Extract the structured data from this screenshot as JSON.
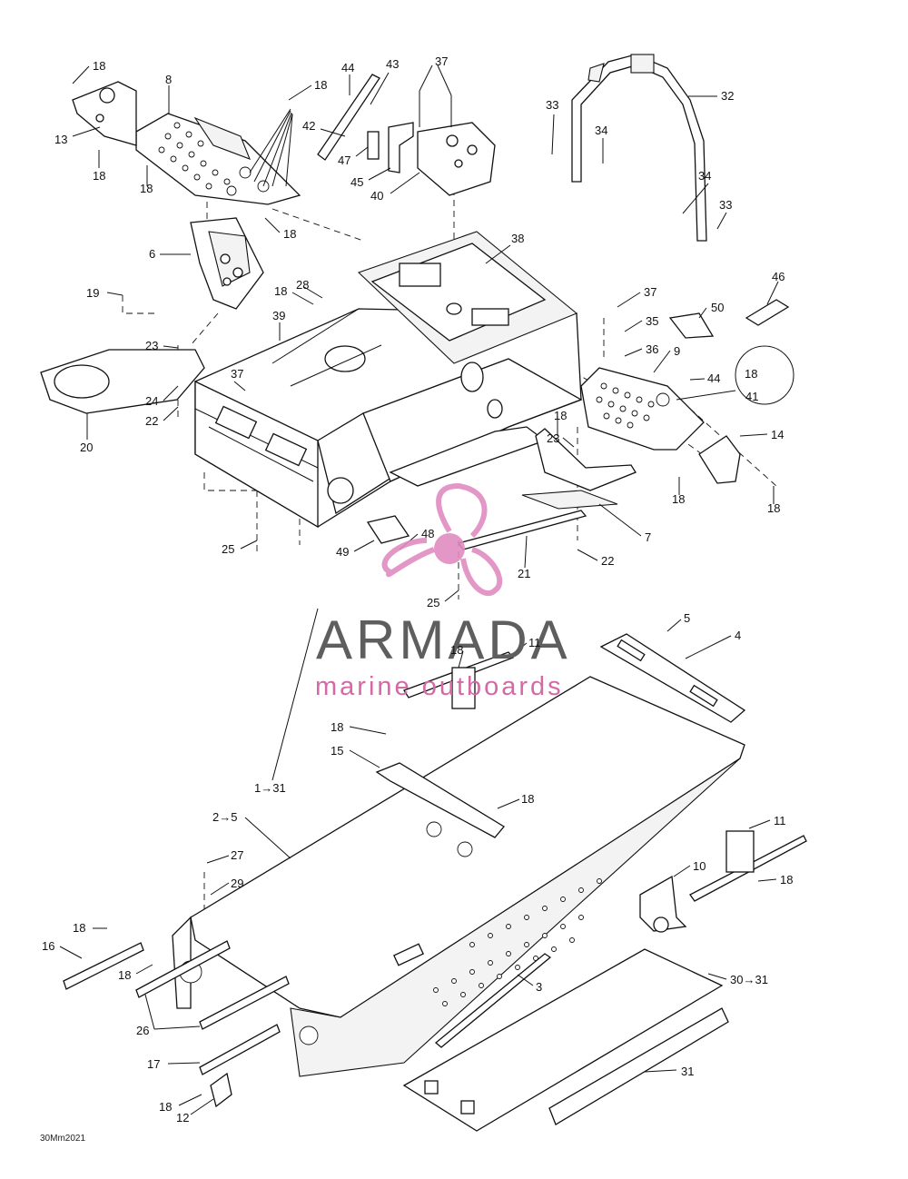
{
  "drawing_code": "30Mm2021",
  "watermark": {
    "brand": "ARMADA",
    "subtitle": "marine outboards",
    "logo_color": "#e08cc0",
    "brand_color": "#5e5e5e",
    "subtitle_color": "#d36aa5"
  },
  "callouts": [
    {
      "id": "c1",
      "text": "18"
    },
    {
      "id": "c2",
      "text": "8"
    },
    {
      "id": "c3",
      "text": "13"
    },
    {
      "id": "c4",
      "text": "18"
    },
    {
      "id": "c5",
      "text": "18"
    },
    {
      "id": "c6",
      "text": "44"
    },
    {
      "id": "c7",
      "text": "43"
    },
    {
      "id": "c8",
      "text": "18"
    },
    {
      "id": "c9",
      "text": "37"
    },
    {
      "id": "c10",
      "text": "42"
    },
    {
      "id": "c11",
      "text": "47"
    },
    {
      "id": "c12",
      "text": "45"
    },
    {
      "id": "c13",
      "text": "40"
    },
    {
      "id": "c14",
      "text": "18"
    },
    {
      "id": "c15",
      "text": "32"
    },
    {
      "id": "c16",
      "text": "33"
    },
    {
      "id": "c17",
      "text": "34"
    },
    {
      "id": "c18",
      "text": "34"
    },
    {
      "id": "c19",
      "text": "33"
    },
    {
      "id": "c20",
      "text": "6"
    },
    {
      "id": "c21",
      "text": "38"
    },
    {
      "id": "c22",
      "text": "19"
    },
    {
      "id": "c23",
      "text": "18"
    },
    {
      "id": "c24",
      "text": "28"
    },
    {
      "id": "c25",
      "text": "39"
    },
    {
      "id": "c26",
      "text": "23"
    },
    {
      "id": "c27",
      "text": "24"
    },
    {
      "id": "c28",
      "text": "22"
    },
    {
      "id": "c29",
      "text": "20"
    },
    {
      "id": "c30",
      "text": "37"
    },
    {
      "id": "c31",
      "text": "37"
    },
    {
      "id": "c32",
      "text": "35"
    },
    {
      "id": "c33",
      "text": "50"
    },
    {
      "id": "c34",
      "text": "36"
    },
    {
      "id": "c35",
      "text": "9"
    },
    {
      "id": "c36",
      "text": "46"
    },
    {
      "id": "c37",
      "text": "44"
    },
    {
      "id": "c38",
      "text": "18"
    },
    {
      "id": "c39",
      "text": "41"
    },
    {
      "id": "c40",
      "text": "18"
    },
    {
      "id": "c41",
      "text": "23"
    },
    {
      "id": "c42",
      "text": "14"
    },
    {
      "id": "c43",
      "text": "18"
    },
    {
      "id": "c44",
      "text": "18"
    },
    {
      "id": "c45",
      "text": "7"
    },
    {
      "id": "c46",
      "text": "25"
    },
    {
      "id": "c47",
      "text": "49"
    },
    {
      "id": "c48",
      "text": "48"
    },
    {
      "id": "c49",
      "text": "21"
    },
    {
      "id": "c50",
      "text": "22"
    },
    {
      "id": "c51",
      "text": "25"
    },
    {
      "id": "c52",
      "text": "5"
    },
    {
      "id": "c53",
      "text": "4"
    },
    {
      "id": "c54",
      "text": "18"
    },
    {
      "id": "c55",
      "text": "11"
    },
    {
      "id": "c56",
      "text": "18"
    },
    {
      "id": "c57",
      "text": "15"
    },
    {
      "id": "c58",
      "text": "1→31"
    },
    {
      "id": "c59",
      "text": "18"
    },
    {
      "id": "c60",
      "text": "2→5"
    },
    {
      "id": "c61",
      "text": "27"
    },
    {
      "id": "c62",
      "text": "29"
    },
    {
      "id": "c63",
      "text": "11"
    },
    {
      "id": "c64",
      "text": "10"
    },
    {
      "id": "c65",
      "text": "18"
    },
    {
      "id": "c66",
      "text": "18"
    },
    {
      "id": "c67",
      "text": "16"
    },
    {
      "id": "c68",
      "text": "18"
    },
    {
      "id": "c69",
      "text": "26"
    },
    {
      "id": "c70",
      "text": "3"
    },
    {
      "id": "c71",
      "text": "30→31"
    },
    {
      "id": "c72",
      "text": "17"
    },
    {
      "id": "c73",
      "text": "31"
    },
    {
      "id": "c74",
      "text": "18"
    },
    {
      "id": "c75",
      "text": "12"
    }
  ]
}
